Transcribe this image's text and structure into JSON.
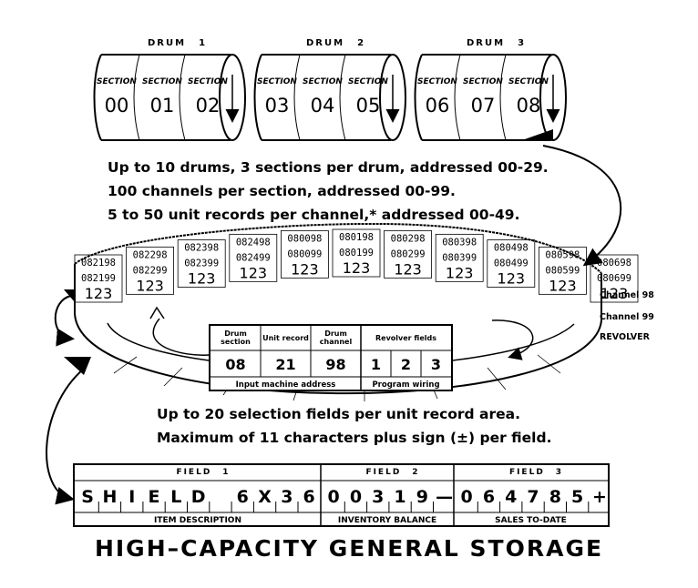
{
  "drums": [
    {
      "label": "DRUM",
      "num": "1",
      "sections": [
        "00",
        "01",
        "02"
      ]
    },
    {
      "label": "DRUM",
      "num": "2",
      "sections": [
        "03",
        "04",
        "05"
      ]
    },
    {
      "label": "DRUM",
      "num": "3",
      "sections": [
        "06",
        "07",
        "08"
      ]
    }
  ],
  "section_label": "SECTION",
  "info_lines": [
    "Up to 10 drums, 3 sections per drum, addressed 00-29.",
    "100 channels per section, addressed 00-99.",
    "5 to 50 unit records per channel,* addressed 00-49."
  ],
  "revolver": {
    "row1": [
      "082198",
      "082298",
      "082398",
      "082498",
      "080098",
      "080198",
      "080298",
      "080398",
      "080498",
      "080598",
      "080698"
    ],
    "row2": [
      "082199",
      "082299",
      "082399",
      "082499",
      "080099",
      "080199",
      "080299",
      "080399",
      "080499",
      "080599",
      "080699"
    ],
    "revolver_fields": "123",
    "channel_98_label": "Channel 98",
    "channel_99_label": "Channel 99",
    "revolver_label": "REVOLVER"
  },
  "address_table": {
    "headers": [
      "Drum section",
      "Unit record",
      "Drum channel",
      "Revolver fields"
    ],
    "values": [
      "08",
      "21",
      "98",
      "1",
      "2",
      "3"
    ],
    "footer_left": "Input machine address",
    "footer_right": "Program wiring"
  },
  "selection_lines": [
    "Up to 20 selection fields per unit record area.",
    "Maximum of 11 characters plus sign (±) per field."
  ],
  "fields": [
    {
      "name": "FIELD",
      "num": "1",
      "chars": [
        "S",
        "H",
        "I",
        "E",
        "L",
        "D",
        " ",
        "6",
        "X",
        "3",
        "6"
      ],
      "caption": "ITEM DESCRIPTION"
    },
    {
      "name": "FIELD",
      "num": "2",
      "chars": [
        "0",
        "0",
        "3",
        "1",
        "9",
        "—"
      ],
      "caption": "INVENTORY BALANCE"
    },
    {
      "name": "FIELD",
      "num": "3",
      "chars": [
        "0",
        "6",
        "4",
        "7",
        "8",
        "5",
        "+"
      ],
      "caption": "SALES TO-DATE"
    }
  ],
  "title": "HIGH–CAPACITY GENERAL STORAGE"
}
